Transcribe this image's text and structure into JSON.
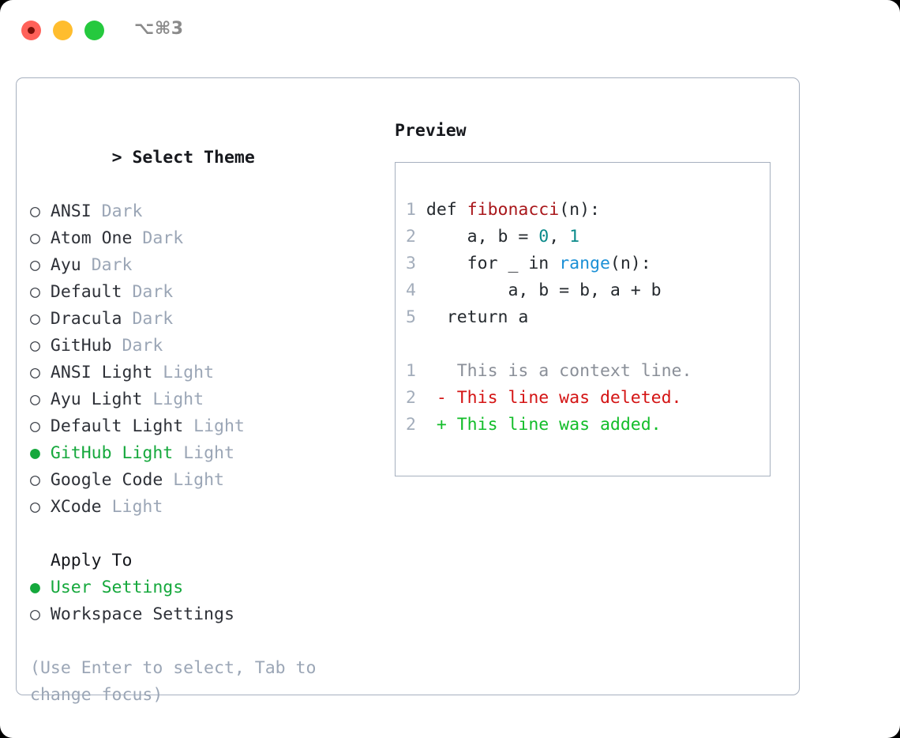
{
  "titlebar": {
    "shortcut": "⌥⌘3",
    "buttons": {
      "close": "close-button",
      "minimize": "minimize-button",
      "maximize": "maximize-button"
    }
  },
  "theme_picker": {
    "header": "> Select Theme",
    "header_prefix": "> ",
    "header_label": "Select Theme",
    "unselected_marker": "○ ",
    "selected_marker": "● ",
    "items": [
      {
        "marker": "○ ",
        "name": "ANSI",
        "variant": "Dark",
        "selected": false
      },
      {
        "marker": "○ ",
        "name": "Atom One",
        "variant": "Dark",
        "selected": false
      },
      {
        "marker": "○ ",
        "name": "Ayu",
        "variant": "Dark",
        "selected": false
      },
      {
        "marker": "○ ",
        "name": "Default",
        "variant": "Dark",
        "selected": false
      },
      {
        "marker": "○ ",
        "name": "Dracula",
        "variant": "Dark",
        "selected": false
      },
      {
        "marker": "○ ",
        "name": "GitHub",
        "variant": "Dark",
        "selected": false
      },
      {
        "marker": "○ ",
        "name": "ANSI Light",
        "variant": "Light",
        "selected": false
      },
      {
        "marker": "○ ",
        "name": "Ayu Light",
        "variant": "Light",
        "selected": false
      },
      {
        "marker": "○ ",
        "name": "Default Light",
        "variant": "Light",
        "selected": false
      },
      {
        "marker": "● ",
        "name": "GitHub Light",
        "variant": "Light",
        "selected": true
      },
      {
        "marker": "○ ",
        "name": "Google Code",
        "variant": "Light",
        "selected": false
      },
      {
        "marker": "○ ",
        "name": "XCode",
        "variant": "Light",
        "selected": false
      }
    ]
  },
  "apply_to": {
    "header": "  Apply To",
    "items": [
      {
        "marker": "● ",
        "label": "User Settings",
        "selected": true
      },
      {
        "marker": "○ ",
        "label": "Workspace Settings",
        "selected": false
      }
    ]
  },
  "hint": "(Use Enter to select, Tab to change focus)",
  "preview": {
    "title": "Preview",
    "code_lines": [
      {
        "num": "1",
        "tokens": [
          {
            "text": "def ",
            "kind": "kw"
          },
          {
            "text": "fibonacci",
            "kind": "fn"
          },
          {
            "text": "(n):",
            "kind": "plain"
          }
        ]
      },
      {
        "num": "2",
        "tokens": [
          {
            "text": "    a, b = ",
            "kind": "plain"
          },
          {
            "text": "0",
            "kind": "num"
          },
          {
            "text": ", ",
            "kind": "plain"
          },
          {
            "text": "1",
            "kind": "num"
          }
        ]
      },
      {
        "num": "3",
        "tokens": [
          {
            "text": "    for _ in ",
            "kind": "plain"
          },
          {
            "text": "range",
            "kind": "call"
          },
          {
            "text": "(n):",
            "kind": "plain"
          }
        ]
      },
      {
        "num": "4",
        "tokens": [
          {
            "text": "        a, b = b, a + b",
            "kind": "plain"
          }
        ]
      },
      {
        "num": "5",
        "tokens": [
          {
            "text": "  return a",
            "kind": "plain"
          }
        ]
      }
    ],
    "diff_lines": [
      {
        "num": "1",
        "marker": "  ",
        "text": "This is a context line.",
        "kind": "ctx"
      },
      {
        "num": "2",
        "marker": "- ",
        "text": "This line was deleted.",
        "kind": "del"
      },
      {
        "num": "2",
        "marker": "+ ",
        "text": "This line was added.",
        "kind": "add"
      }
    ]
  },
  "colors": {
    "accent_green": "#15a83c",
    "diff_added": "#13bd2a",
    "diff_deleted": "#d41414",
    "diff_context": "#8a8f98",
    "muted": "#9ba6b6",
    "line_number": "#a3adbb",
    "border": "#a7b0bf",
    "syntax_function": "#a9171b",
    "syntax_number": "#0b8a8a",
    "syntax_call": "#1b90d6",
    "text": "#2e3138"
  }
}
